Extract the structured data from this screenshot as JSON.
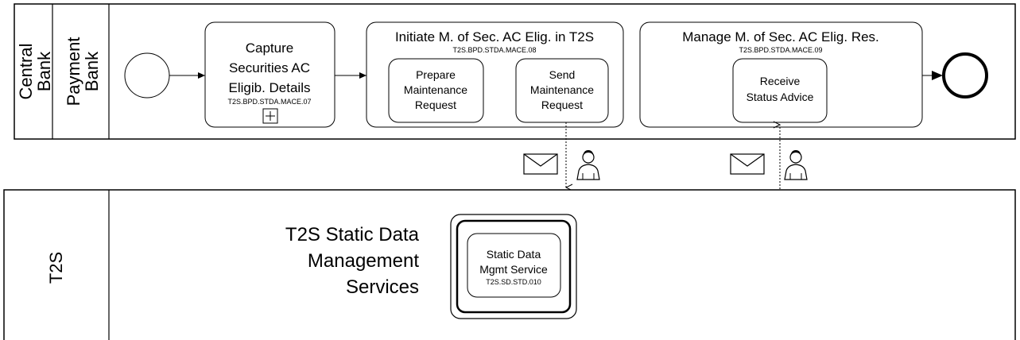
{
  "pools": {
    "top": {
      "label_line1": "Central",
      "label_line2": "Bank",
      "lane_line1": "Payment",
      "lane_line2": "Bank"
    },
    "bottom": {
      "label": "T2S"
    }
  },
  "tasks": {
    "capture": {
      "line1": "Capture",
      "line2": "Securities AC",
      "line3": "Eligib. Details",
      "code": "T2S.BPD.STDA.MACE.07",
      "marker": "+"
    },
    "initiate": {
      "title": "Initiate M. of Sec. AC Elig. in T2S",
      "code": "T2S.BPD.STDA.MACE.08",
      "prepare": {
        "line1": "Prepare",
        "line2": "Maintenance",
        "line3": "Request"
      },
      "send": {
        "line1": "Send",
        "line2": "Maintenance",
        "line3": "Request"
      }
    },
    "manage": {
      "title": "Manage M. of Sec. AC Elig. Res.",
      "code": "T2S.BPD.STDA.MACE.09",
      "receive": {
        "line1": "Receive",
        "line2": "Status Advice"
      }
    }
  },
  "service_group": {
    "line1": "T2S Static Data",
    "line2": "Management",
    "line3": "Services"
  },
  "service": {
    "line1": "Static Data",
    "line2": "Mgmt Service",
    "code": "T2S.SD.STD.010"
  },
  "icons": {
    "message": "envelope-icon",
    "user": "user-icon"
  }
}
